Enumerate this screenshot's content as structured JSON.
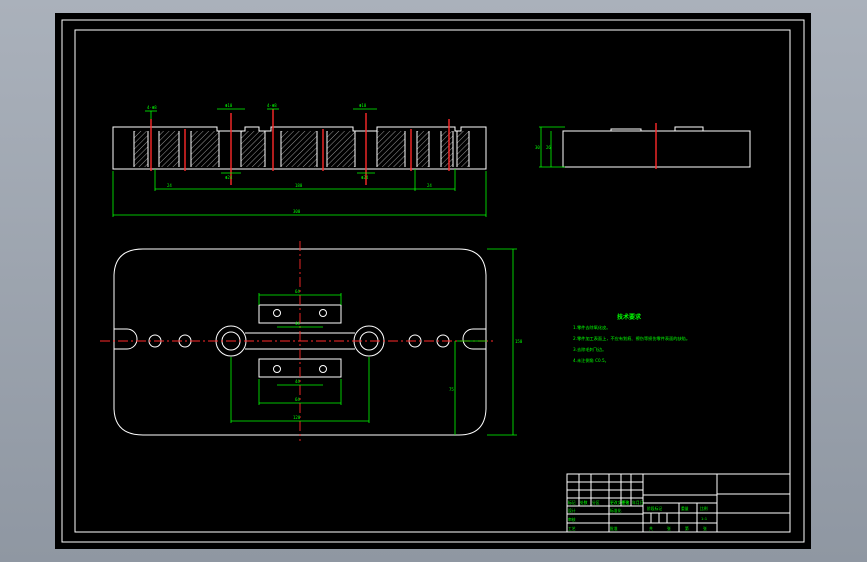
{
  "drawing": {
    "tech_req_title": "技术要求",
    "tech_req_lines": [
      "1.零件去除氧化皮。",
      "2.零件加工表面上，不应有划痕、擦伤等损伤零件表面的缺陷。",
      "3.去除毛刺飞边。",
      "4.未注倒角 C0.5。"
    ]
  },
  "dims": {
    "front": {
      "hole_left": "4-Φ8",
      "hole_mid": "4-Φ8",
      "slot_left": "Φ10",
      "slot_right": "Φ10",
      "bore_left": "Φ24",
      "bore_right": "Φ24",
      "step_left": "24",
      "pitch": "180",
      "step_right": "24",
      "overall": "300"
    },
    "side": {
      "h1": "30",
      "h2": "26"
    },
    "plan": {
      "top_w": "64",
      "top_inner": "44",
      "bot_inner": "44",
      "bot_w": "64",
      "center_w": "120",
      "height": "150",
      "half": "75"
    }
  },
  "title_block": {
    "col_labels": [
      "标记",
      "处数",
      "分区",
      "更改文件号",
      "签名",
      "年月日"
    ],
    "row_labels": [
      "设计",
      "标准化",
      "审核",
      "工艺",
      "批准"
    ],
    "stage": "阶段标记",
    "weight": "重量",
    "scale": "比例",
    "scale_val": "1:1",
    "sheet_a": "共",
    "sheet_b": "张",
    "sheet_c": "第",
    "sheet_d": "张"
  }
}
